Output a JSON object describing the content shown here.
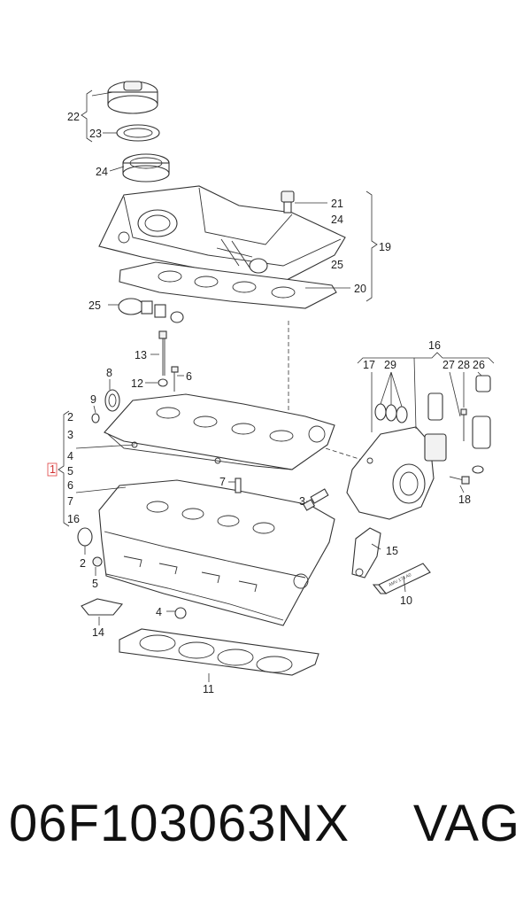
{
  "labels": {
    "l22": "22",
    "l23": "23",
    "l24a": "24",
    "l21": "21",
    "l24b": "24",
    "l25a": "25",
    "l19": "19",
    "l20": "20",
    "l25b": "25",
    "l13": "13",
    "l12": "12",
    "l6a": "6",
    "l8": "8",
    "l9": "9",
    "g2": "2",
    "g3": "3",
    "g4": "4",
    "g1": "1",
    "g5": "5",
    "g6": "6",
    "g7": "7",
    "g16": "16",
    "l7": "7",
    "l3": "3",
    "l16": "16",
    "l17": "17",
    "l29": "29",
    "l27": "27",
    "l28": "28",
    "l26": "26",
    "l18": "18",
    "l15": "15",
    "l10": "10",
    "l2b": "2",
    "l5b": "5",
    "l4b": "4",
    "l14": "14",
    "l11": "11"
  },
  "sealant_text": "AMV 174 A0",
  "part_number": "06F103063NX",
  "brand": "VAG"
}
